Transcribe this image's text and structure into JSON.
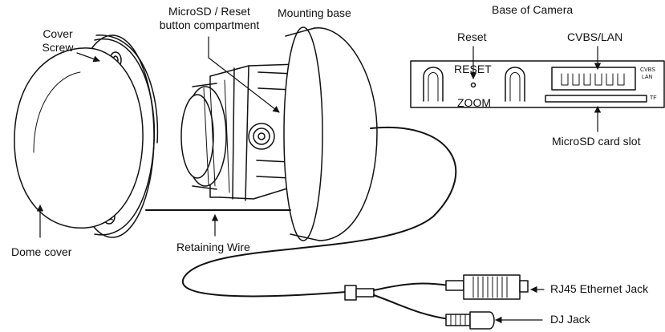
{
  "labels": {
    "cover_screw": [
      "Cover",
      "Screw"
    ],
    "microsd_reset": [
      "MicroSD / Reset",
      "button compartment"
    ],
    "mounting_base": "Mounting base",
    "base_of_camera": "Base of Camera",
    "reset": "Reset",
    "cvbs_lan": "CVBS/LAN",
    "microsd_slot": "MicroSD card slot",
    "dome_cover": "Dome cover",
    "retaining_wire": "Retaining Wire",
    "rj45": "RJ45 Ethernet Jack",
    "dj_jack": "DJ Jack"
  },
  "panel": {
    "reset_text": "RESET",
    "zoom_text": "ZOOM",
    "cvbs_small": "CVBS",
    "lan_small": "LAN",
    "tf_small": "TF"
  }
}
